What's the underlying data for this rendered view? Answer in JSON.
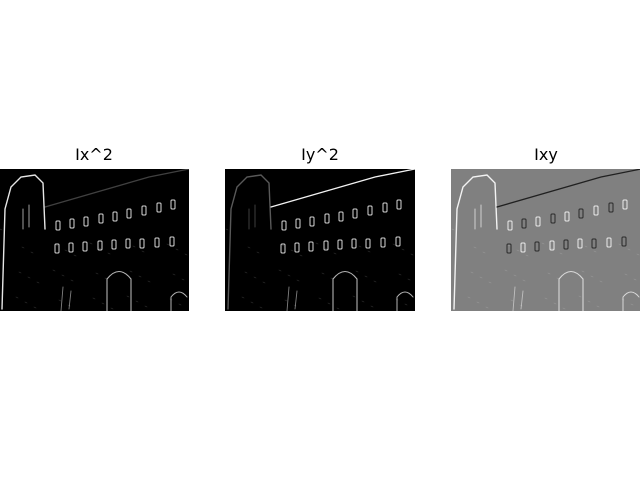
{
  "figure": {
    "panels": [
      {
        "title": "Ix^2",
        "background": "#000000",
        "edge_color": "#ffffff",
        "mode": "squared-x"
      },
      {
        "title": "Iy^2",
        "background": "#000000",
        "edge_color": "#ffffff",
        "mode": "squared-y"
      },
      {
        "title": "Ixy",
        "background": "#808080",
        "edge_color_pos": "#ffffff",
        "edge_color_neg": "#1a1a1a",
        "mode": "product"
      }
    ]
  }
}
